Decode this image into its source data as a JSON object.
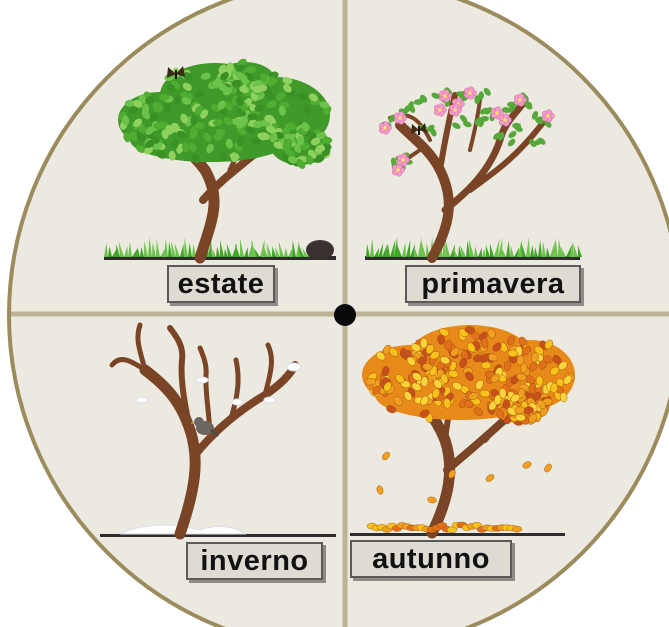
{
  "diagram": {
    "quadrants": [
      {
        "id": "estate",
        "label": "estate",
        "tree": "summer-tree",
        "extras": [
          "butterfly-icon",
          "grass",
          "mole"
        ]
      },
      {
        "id": "primavera",
        "label": "primavera",
        "tree": "spring-tree",
        "extras": [
          "butterfly-icon",
          "flowers",
          "grass"
        ]
      },
      {
        "id": "inverno",
        "label": "inverno",
        "tree": "winter-tree",
        "extras": [
          "bird-icon",
          "snow"
        ]
      },
      {
        "id": "autunno",
        "label": "autunno",
        "tree": "autumn-tree",
        "extras": [
          "falling-leaves",
          "leaf-pile"
        ]
      }
    ],
    "colors": {
      "disc": "#ece9e0",
      "border": "#9b8c5e",
      "divider": "#bdb494",
      "trunk": "#7a4526",
      "summer_leaf": "#4fae32",
      "spring_leaf": "#57a83a",
      "blossom": "#f29ac8",
      "autumn_leaf": "#f0a020",
      "label_bg": "#dedbd3",
      "center_dot": "#0a0a0a"
    }
  }
}
